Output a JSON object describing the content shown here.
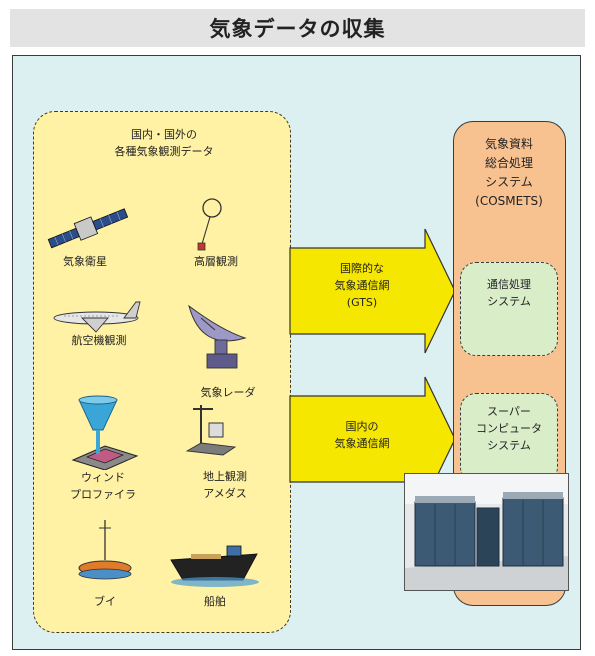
{
  "title": "気象データの収集",
  "observation_group": {
    "heading_line1": "国内・国外の",
    "heading_line2": "各種気象観測データ",
    "items": [
      {
        "label": "気象衛星",
        "icon": "satellite-icon"
      },
      {
        "label": "高層観測",
        "icon": "radiosonde-balloon-icon"
      },
      {
        "label": "航空機観測",
        "icon": "aircraft-icon"
      },
      {
        "label": "気象レーダ",
        "icon": "radar-dish-icon"
      },
      {
        "label_line1": "ウィンド",
        "label_line2": "プロファイラ",
        "icon": "wind-profiler-icon"
      },
      {
        "label_line1": "地上観測",
        "label_line2": "アメダス",
        "icon": "weather-station-icon"
      },
      {
        "label": "ブイ",
        "icon": "buoy-icon"
      },
      {
        "label": "船舶",
        "icon": "ship-icon"
      }
    ]
  },
  "arrows": [
    {
      "line1": "国際的な",
      "line2": "気象通信網",
      "line3": "(GTS)"
    },
    {
      "line1": "国内の",
      "line2": "気象通信網"
    }
  ],
  "cosmets": {
    "line1": "気象資料",
    "line2": "総合処理",
    "line3": "システム",
    "line4": "(COSMETS)",
    "subsystems": [
      {
        "line1": "通信処理",
        "line2": "システム"
      },
      {
        "line1": "スーパー",
        "line2": "コンピュータ",
        "line3": "システム"
      }
    ],
    "photo": "supercomputer-photo"
  },
  "colors": {
    "frame_bg": "#ddf0f1",
    "observation_bg": "#fff2a4",
    "arrow_fill": "#f6e700",
    "cosmets_bg": "#f8c190",
    "subsystem_bg": "#d9edc9"
  }
}
